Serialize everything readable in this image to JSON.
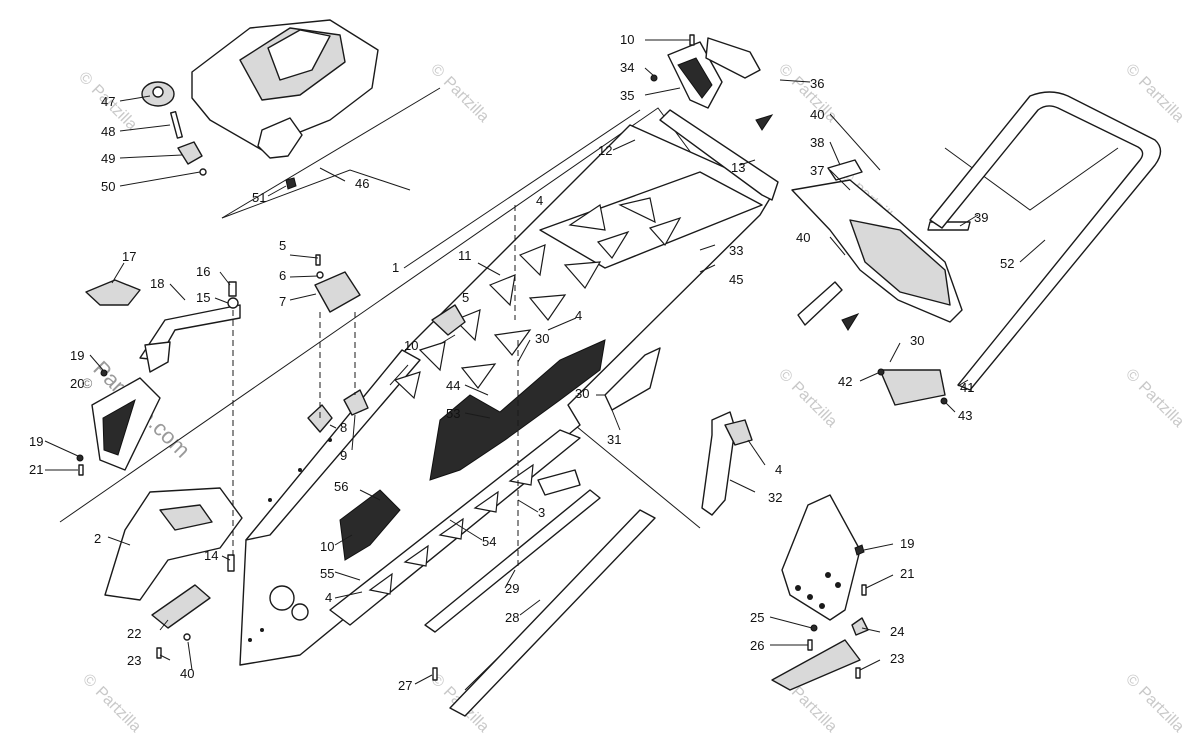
{
  "watermarks": {
    "symbol": "©",
    "brand": "Partzilla",
    "brand_lower": "partzilla",
    "center": "Partzilla.com",
    "corner": "© Partzilla"
  },
  "callouts": [
    {
      "id": "c1",
      "label": "1"
    },
    {
      "id": "c2",
      "label": "2"
    },
    {
      "id": "c3",
      "label": "3"
    },
    {
      "id": "c4a",
      "label": "4"
    },
    {
      "id": "c4b",
      "label": "4"
    },
    {
      "id": "c4c",
      "label": "4"
    },
    {
      "id": "c4d",
      "label": "4"
    },
    {
      "id": "c5a",
      "label": "5"
    },
    {
      "id": "c5b",
      "label": "5"
    },
    {
      "id": "c6",
      "label": "6"
    },
    {
      "id": "c7",
      "label": "7"
    },
    {
      "id": "c8",
      "label": "8"
    },
    {
      "id": "c9",
      "label": "9"
    },
    {
      "id": "c10a",
      "label": "10"
    },
    {
      "id": "c10b",
      "label": "10"
    },
    {
      "id": "c10c",
      "label": "10"
    },
    {
      "id": "c11",
      "label": "11"
    },
    {
      "id": "c12",
      "label": "12"
    },
    {
      "id": "c13",
      "label": "13"
    },
    {
      "id": "c14",
      "label": "14"
    },
    {
      "id": "c15",
      "label": "15"
    },
    {
      "id": "c16",
      "label": "16"
    },
    {
      "id": "c17",
      "label": "17"
    },
    {
      "id": "c18",
      "label": "18"
    },
    {
      "id": "c19a",
      "label": "19"
    },
    {
      "id": "c19b",
      "label": "19"
    },
    {
      "id": "c19c",
      "label": "19"
    },
    {
      "id": "c20",
      "label": "20"
    },
    {
      "id": "c21a",
      "label": "21"
    },
    {
      "id": "c21b",
      "label": "21"
    },
    {
      "id": "c22",
      "label": "22"
    },
    {
      "id": "c23a",
      "label": "23"
    },
    {
      "id": "c23b",
      "label": "23"
    },
    {
      "id": "c24",
      "label": "24"
    },
    {
      "id": "c25",
      "label": "25"
    },
    {
      "id": "c26",
      "label": "26"
    },
    {
      "id": "c27",
      "label": "27"
    },
    {
      "id": "c28",
      "label": "28"
    },
    {
      "id": "c29",
      "label": "29"
    },
    {
      "id": "c30a",
      "label": "30"
    },
    {
      "id": "c30b",
      "label": "30"
    },
    {
      "id": "c30c",
      "label": "30"
    },
    {
      "id": "c31",
      "label": "31"
    },
    {
      "id": "c32",
      "label": "32"
    },
    {
      "id": "c33",
      "label": "33"
    },
    {
      "id": "c34",
      "label": "34"
    },
    {
      "id": "c35",
      "label": "35"
    },
    {
      "id": "c36",
      "label": "36"
    },
    {
      "id": "c37",
      "label": "37"
    },
    {
      "id": "c38",
      "label": "38"
    },
    {
      "id": "c39",
      "label": "39"
    },
    {
      "id": "c40a",
      "label": "40"
    },
    {
      "id": "c40b",
      "label": "40"
    },
    {
      "id": "c40c",
      "label": "40"
    },
    {
      "id": "c41",
      "label": "41"
    },
    {
      "id": "c42",
      "label": "42"
    },
    {
      "id": "c43",
      "label": "43"
    },
    {
      "id": "c44",
      "label": "44"
    },
    {
      "id": "c45",
      "label": "45"
    },
    {
      "id": "c46",
      "label": "46"
    },
    {
      "id": "c47",
      "label": "47"
    },
    {
      "id": "c48",
      "label": "48"
    },
    {
      "id": "c49",
      "label": "49"
    },
    {
      "id": "c50",
      "label": "50"
    },
    {
      "id": "c51",
      "label": "51"
    },
    {
      "id": "c52",
      "label": "52"
    },
    {
      "id": "c53",
      "label": "53"
    },
    {
      "id": "c54",
      "label": "54"
    },
    {
      "id": "c55",
      "label": "55"
    },
    {
      "id": "c56",
      "label": "56"
    }
  ]
}
